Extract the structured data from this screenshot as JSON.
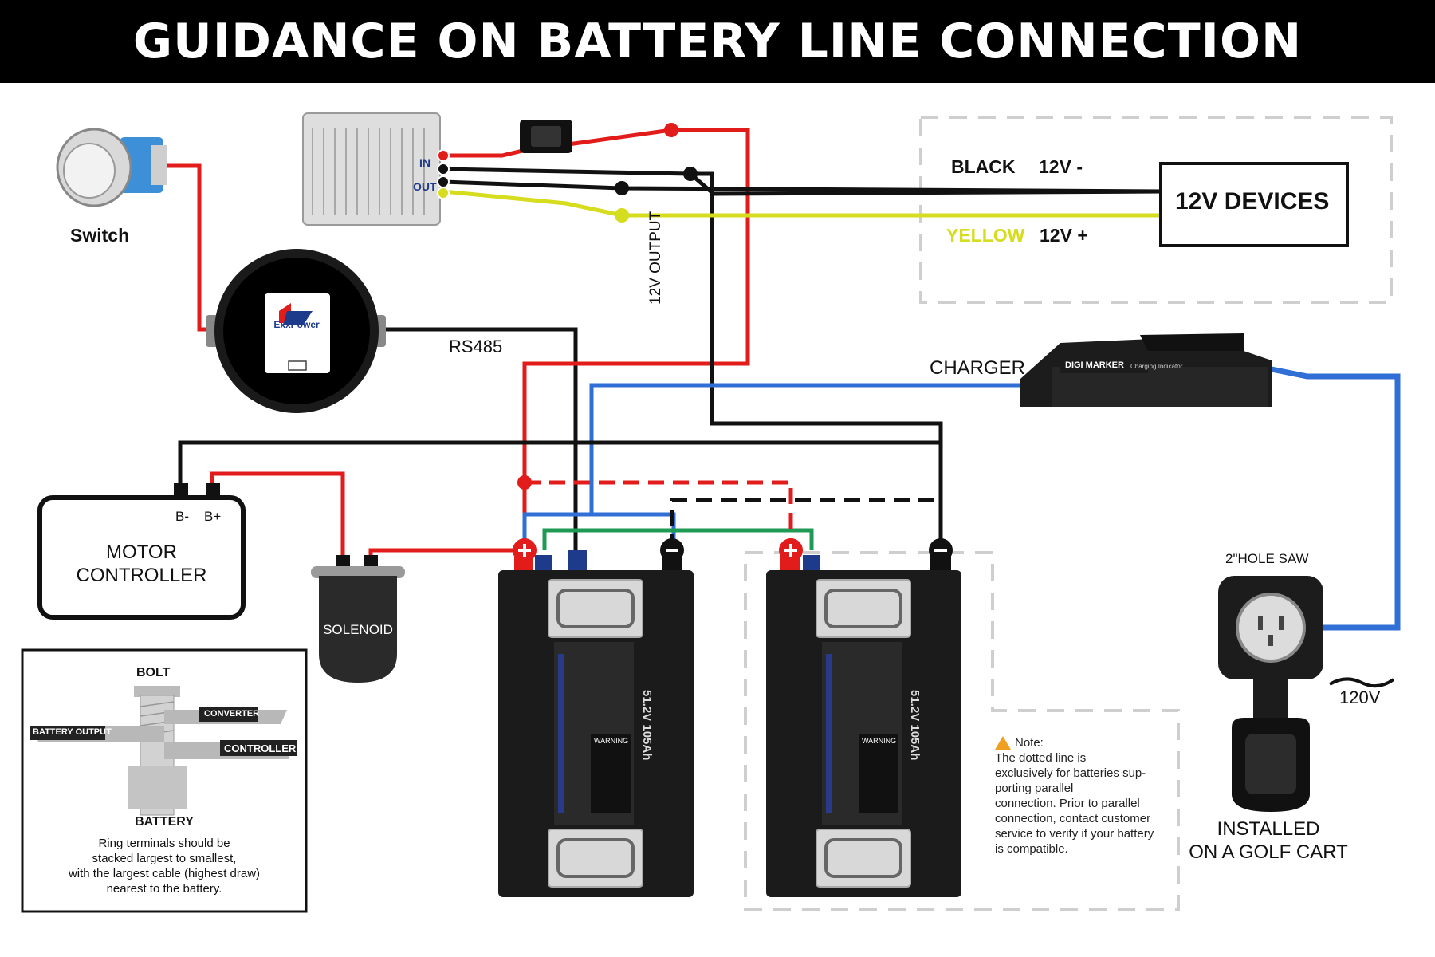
{
  "title": "GUIDANCE ON BATTERY LINE CONNECTION",
  "labels": {
    "switch": "Switch",
    "converter_in": "IN",
    "converter_out": "OUT",
    "black": "BLACK",
    "black_voltage": "12V -",
    "yellow": "YELLOW",
    "yellow_voltage": "12V +",
    "devices": "12V DEVICES",
    "output_12v": "12V OUTPUT",
    "rs485": "RS485",
    "charger": "CHARGER",
    "charger_brand": "DIGI MARKER",
    "charger_indicator": "Charging Indicator",
    "motor_b_minus": "B-",
    "motor_b_plus": "B+",
    "motor_controller_line1": "MOTOR",
    "motor_controller_line2": "CONTROLLER",
    "solenoid": "SOLENOID",
    "hole_saw": "2\"HOLE SAW",
    "volt_120": "120V",
    "installed_line1": "INSTALLED",
    "installed_line2": "ON A GOLF CART",
    "monitor_brand": "ExxPower",
    "battery_label": "51.2V 105Ah",
    "battery_warning": "WARNING"
  },
  "inset": {
    "bolt": "BOLT",
    "converter": "CONVERTER",
    "battery_output": "BATTERY OUTPUT",
    "controller": "CONTROLLER",
    "battery": "BATTERY",
    "text_line1": "Ring terminals should be",
    "text_line2": "stacked largest to smallest,",
    "text_line3": "with the largest cable (highest draw)",
    "text_line4": "nearest to the battery."
  },
  "note": {
    "title": "Note:",
    "line1": "The dotted line is",
    "line2": "exclusively for batteries sup-",
    "line3": "porting parallel",
    "line4": "connection. Prior to parallel",
    "line5": "connection, contact customer",
    "line6": "service to verify if your battery",
    "line7": "is compatible."
  },
  "colors": {
    "red": "#e21b1b",
    "black": "#111111",
    "blue": "#2f6fd6",
    "green": "#1e9a55",
    "yellow": "#d6dc1e"
  }
}
